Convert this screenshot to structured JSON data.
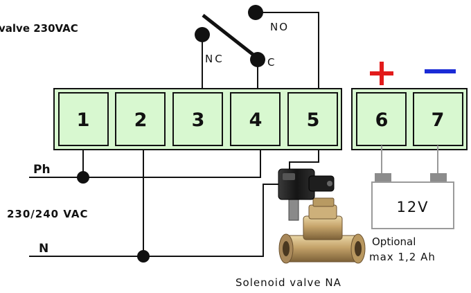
{
  "title": "valve 230VAC",
  "switch": {
    "nc": "NC",
    "c": "C",
    "no": "NO"
  },
  "terminals": [
    "1",
    "2",
    "3",
    "4",
    "5",
    "6",
    "7"
  ],
  "polarity": {
    "plus": "+",
    "minus": "—"
  },
  "lines": {
    "phase": "Ph",
    "neutral": "N",
    "voltage": "230/240 VAC"
  },
  "battery": {
    "voltage": "12V",
    "note_line1": "Optional",
    "note_line2": "max 1,2 Ah"
  },
  "valve_caption": "Solenoid valve NA",
  "colors": {
    "terminal_fill": "#d8f8d0",
    "plus": "#e21b1b",
    "minus": "#1a2bd6",
    "wire": "#111111",
    "brass": "#c2a068"
  }
}
